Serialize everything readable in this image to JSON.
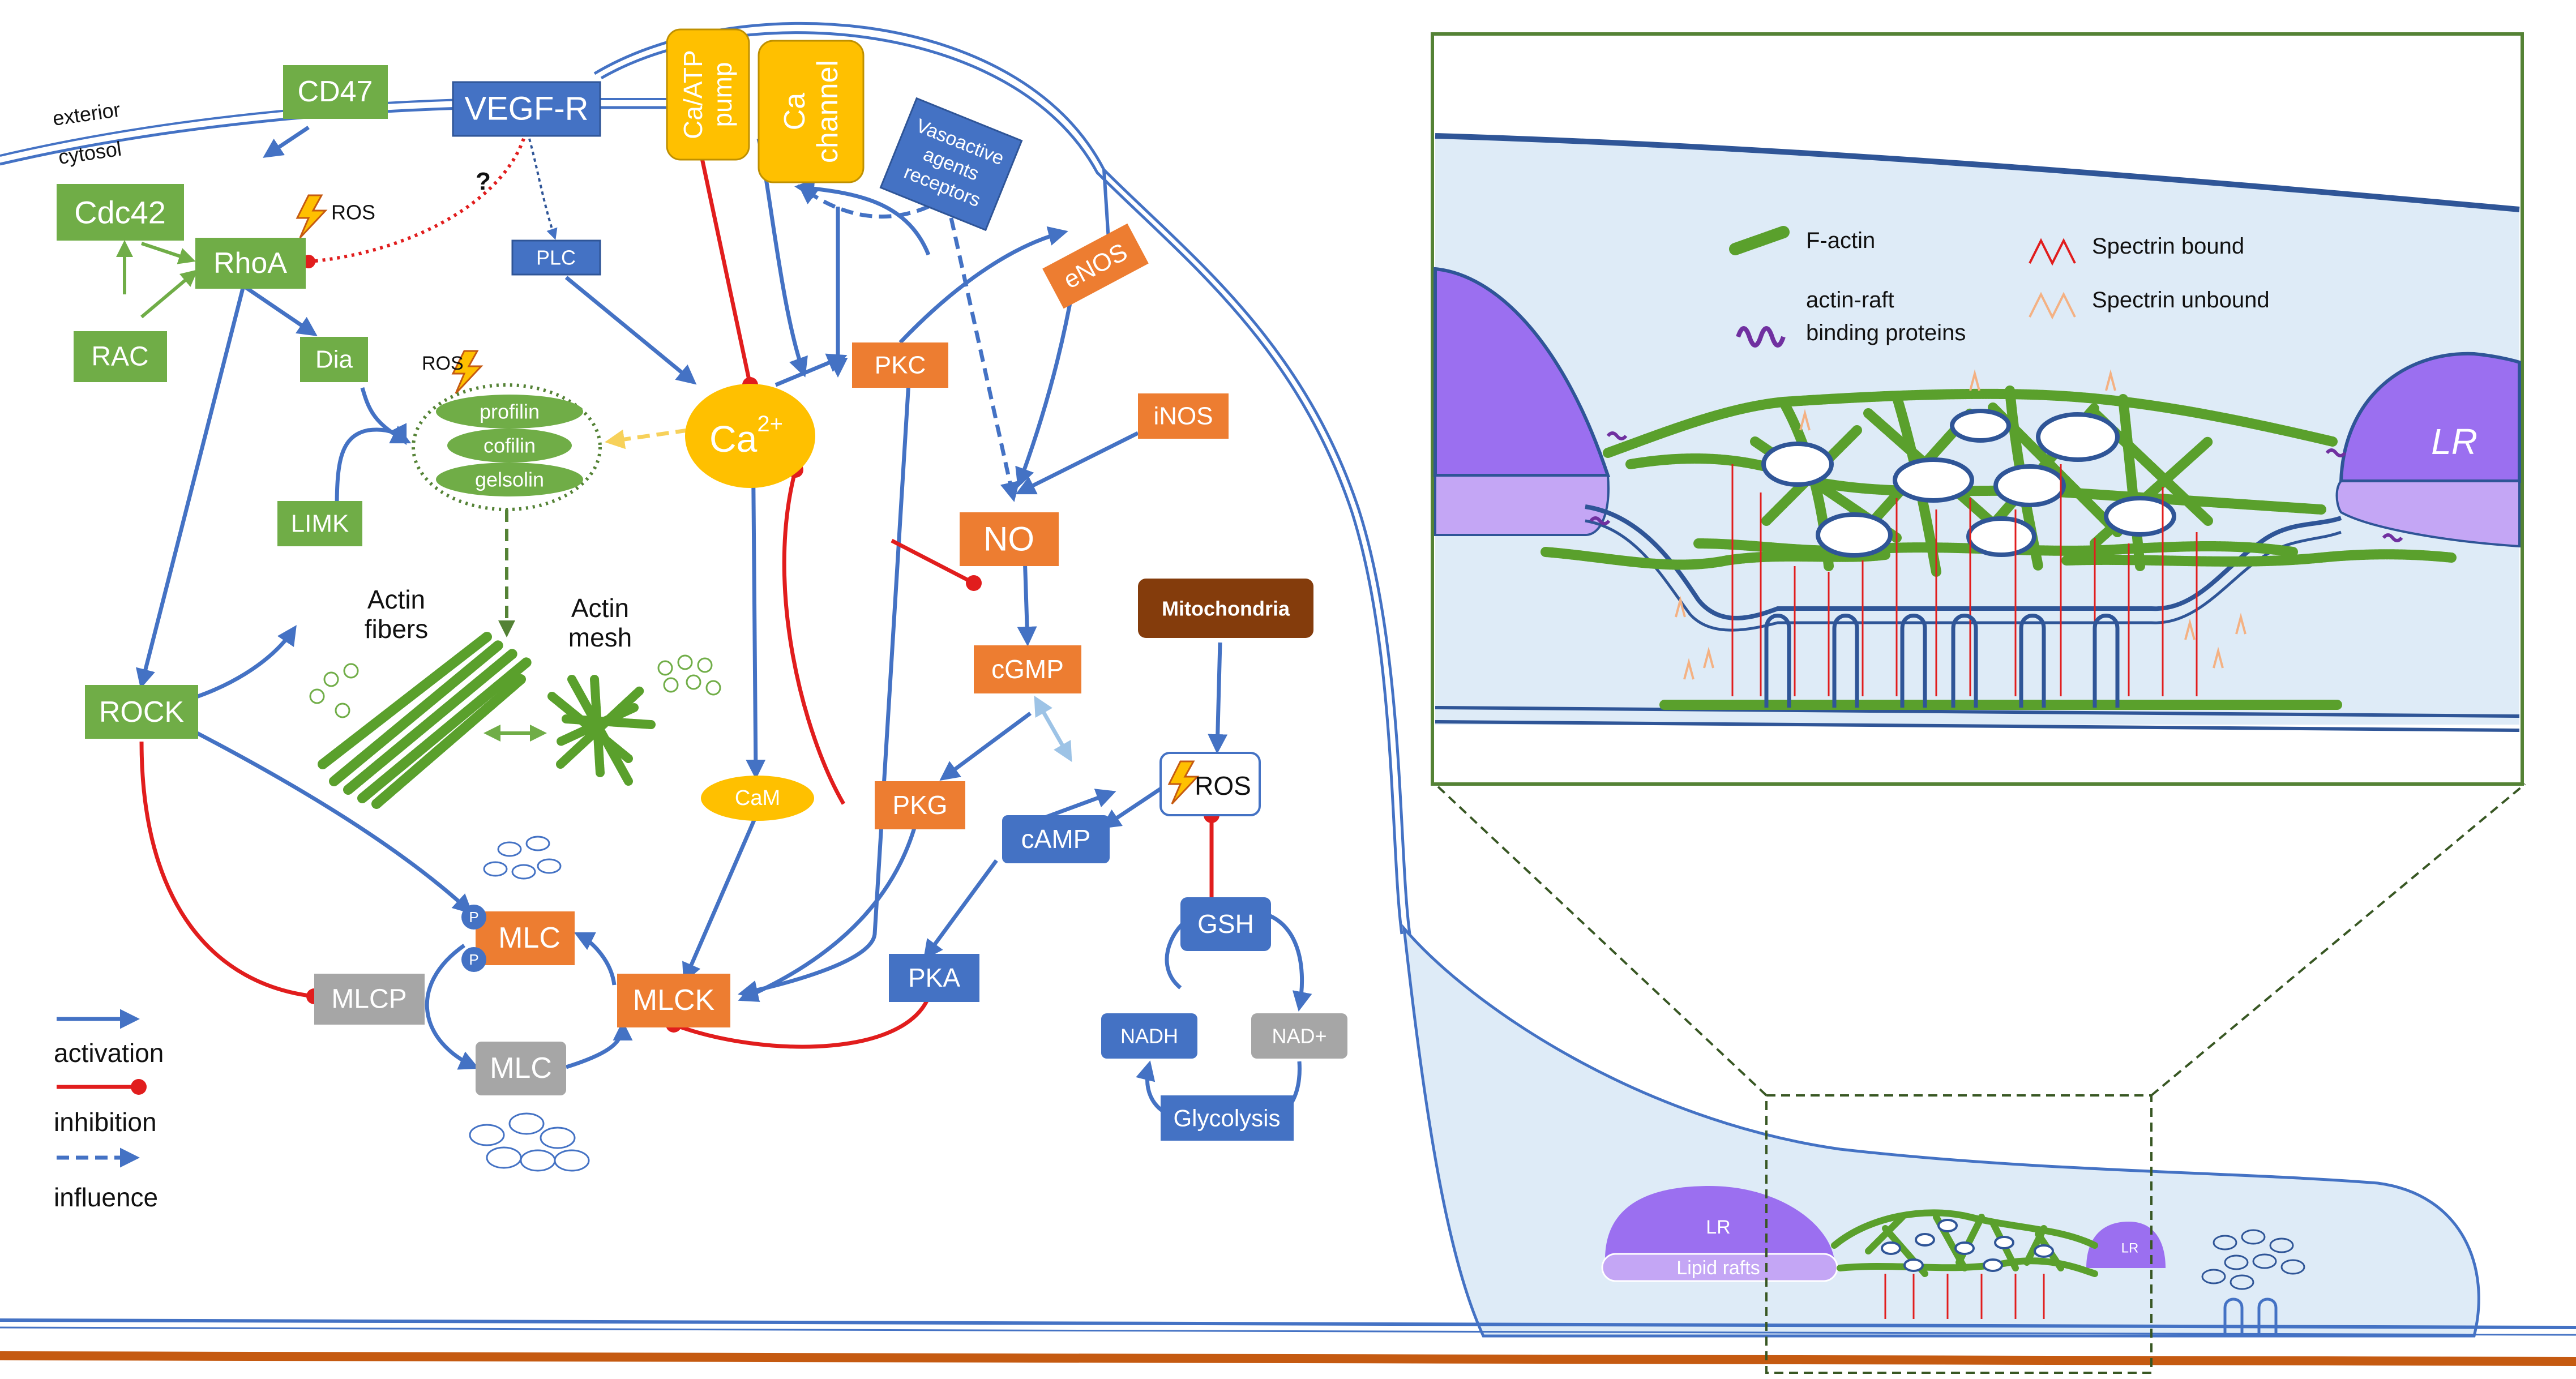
{
  "membrane": {
    "exterior": "exterior",
    "cytosol": "cytosol"
  },
  "colors": {
    "green": "#70ad47",
    "blue": "#4472c4",
    "orange": "#ed7d31",
    "yellow": "#ffc000",
    "gray": "#a6a6a6",
    "brown": "#843c0c",
    "red": "#e11d1d",
    "lr_purple": "#9b6ff0",
    "lipid_raft": "#c4a6f5",
    "cell_fill": "#deebf7",
    "inset_border": "#548235",
    "actin_green": "#5aa02c"
  },
  "nodes": {
    "cd47": "CD47",
    "vegfr": "VEGF-R",
    "ca_atp_pump": "Ca/ATP\npump",
    "ca_channel": "Ca\nchannel",
    "vasoactive": "Vasoactive\nagents\nreceptors",
    "cdc42": "Cdc42",
    "rhoa": "RhoA",
    "rac": "RAC",
    "dia": "Dia",
    "limk": "LIMK",
    "rock": "ROCK",
    "plc": "PLC",
    "ca2": "Ca",
    "ca2_sup": "2+",
    "pkc": "PKC",
    "enos": "eNOS",
    "inos": "iNOS",
    "no": "NO",
    "mitochondria": "Mitochondria",
    "cgmp": "cGMP",
    "pkg": "PKG",
    "camp": "cAMP",
    "pka": "PKA",
    "ros": "ROS",
    "gsh": "GSH",
    "nadh": "NADH",
    "nadplus": "NAD+",
    "glycolysis": "Glycolysis",
    "cam": "CaM",
    "mlck": "MLCK",
    "mlc_p": "MLC",
    "mlc": "MLC",
    "mlcp": "MLCP",
    "p": "P",
    "profilin": "profilin",
    "cofilin": "cofilin",
    "gelsolin": "gelsolin",
    "actin_fibers": "Actin\nfibers",
    "actin_mesh": "Actin\nmesh",
    "ros_rhoa": "ROS",
    "ros_cluster": "ROS",
    "question": "?"
  },
  "legend": {
    "activation": "activation",
    "inhibition": "inhibition",
    "influence": "influence"
  },
  "inset": {
    "f_actin": "F-actin",
    "actin_raft": "actin-raft\nbinding proteins",
    "spectrin_bound": "Spectrin bound",
    "spectrin_unbound": "Spectrin unbound",
    "lr": "LR"
  },
  "cell": {
    "lr": "LR",
    "lipid_rafts": "Lipid rafts",
    "lr_small": "LR"
  }
}
